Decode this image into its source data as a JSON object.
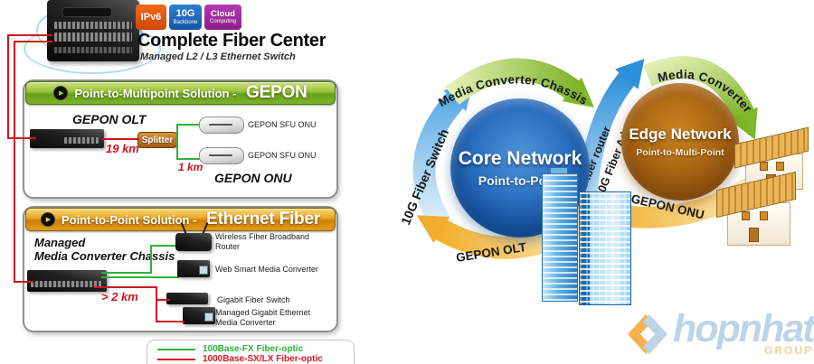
{
  "header": {
    "badges": [
      {
        "label": "IPv6",
        "sub": "",
        "color": "#e2560d"
      },
      {
        "label": "10G",
        "sub": "Backbone",
        "color": "#1a6dc5"
      },
      {
        "label": "Cloud",
        "sub": "Computing",
        "color": "#a12d9d"
      }
    ],
    "title": "Complete Fiber Center",
    "subtitle": "Managed L2 / L3 Ethernet Switch"
  },
  "gepon_section": {
    "header_prefix": "Point-to-Multipoint Solution - ",
    "header_highlight": "GEPON",
    "olt_label": "GEPON OLT",
    "olt_distance": "19 km",
    "splitter_label": "Splitter",
    "onu_distance": "1 km",
    "onu_labels": [
      "GEPON SFU ONU",
      "GEPON SFU ONU"
    ],
    "onu_group_label": "GEPON ONU"
  },
  "ethernet_section": {
    "header_prefix": "Point-to-Point Solution - ",
    "header_highlight": "Ethernet Fiber",
    "chassis_label_line1": "Managed",
    "chassis_label_line2": "Media Converter Chassis",
    "distance": "> 2 km",
    "device_labels": [
      "Wireless Fiber Broadband Router",
      "Web Smart Media Converter",
      "Gigabit Fiber Switch",
      "Managed Gigabit Ethernet Media Converter"
    ]
  },
  "legend": {
    "items": [
      {
        "label": "100Base-FX Fiber-optic",
        "color": "#2eb13c"
      },
      {
        "label": "1000Base-SX/LX Fiber-optic",
        "color": "#e0131f"
      }
    ]
  },
  "cycle_diagram": {
    "core": {
      "title": "Core Network",
      "subtitle": "Point-to-Point"
    },
    "edge": {
      "title": "Edge Network",
      "subtitle": "Point-to-Multi-Point"
    },
    "labels": {
      "fiber_switch": "10G Fiber Switch",
      "media_converter_chassis": "Media Converter Chassis",
      "fiber_router": "Fiber router",
      "fiber_adapter": "10G Fiber Adapter",
      "media_converter": "Media Converter",
      "gepon_onu": "GEPON ONU",
      "gepon_olt": "GEPON OLT"
    },
    "arrow_colors": {
      "green": "#7fb62b",
      "light_blue": "#5aaae6",
      "blue": "#2f8fd8",
      "yellow": "#f1ae2e"
    }
  },
  "watermark": {
    "name": "hopnhat",
    "group": "GROUP"
  }
}
